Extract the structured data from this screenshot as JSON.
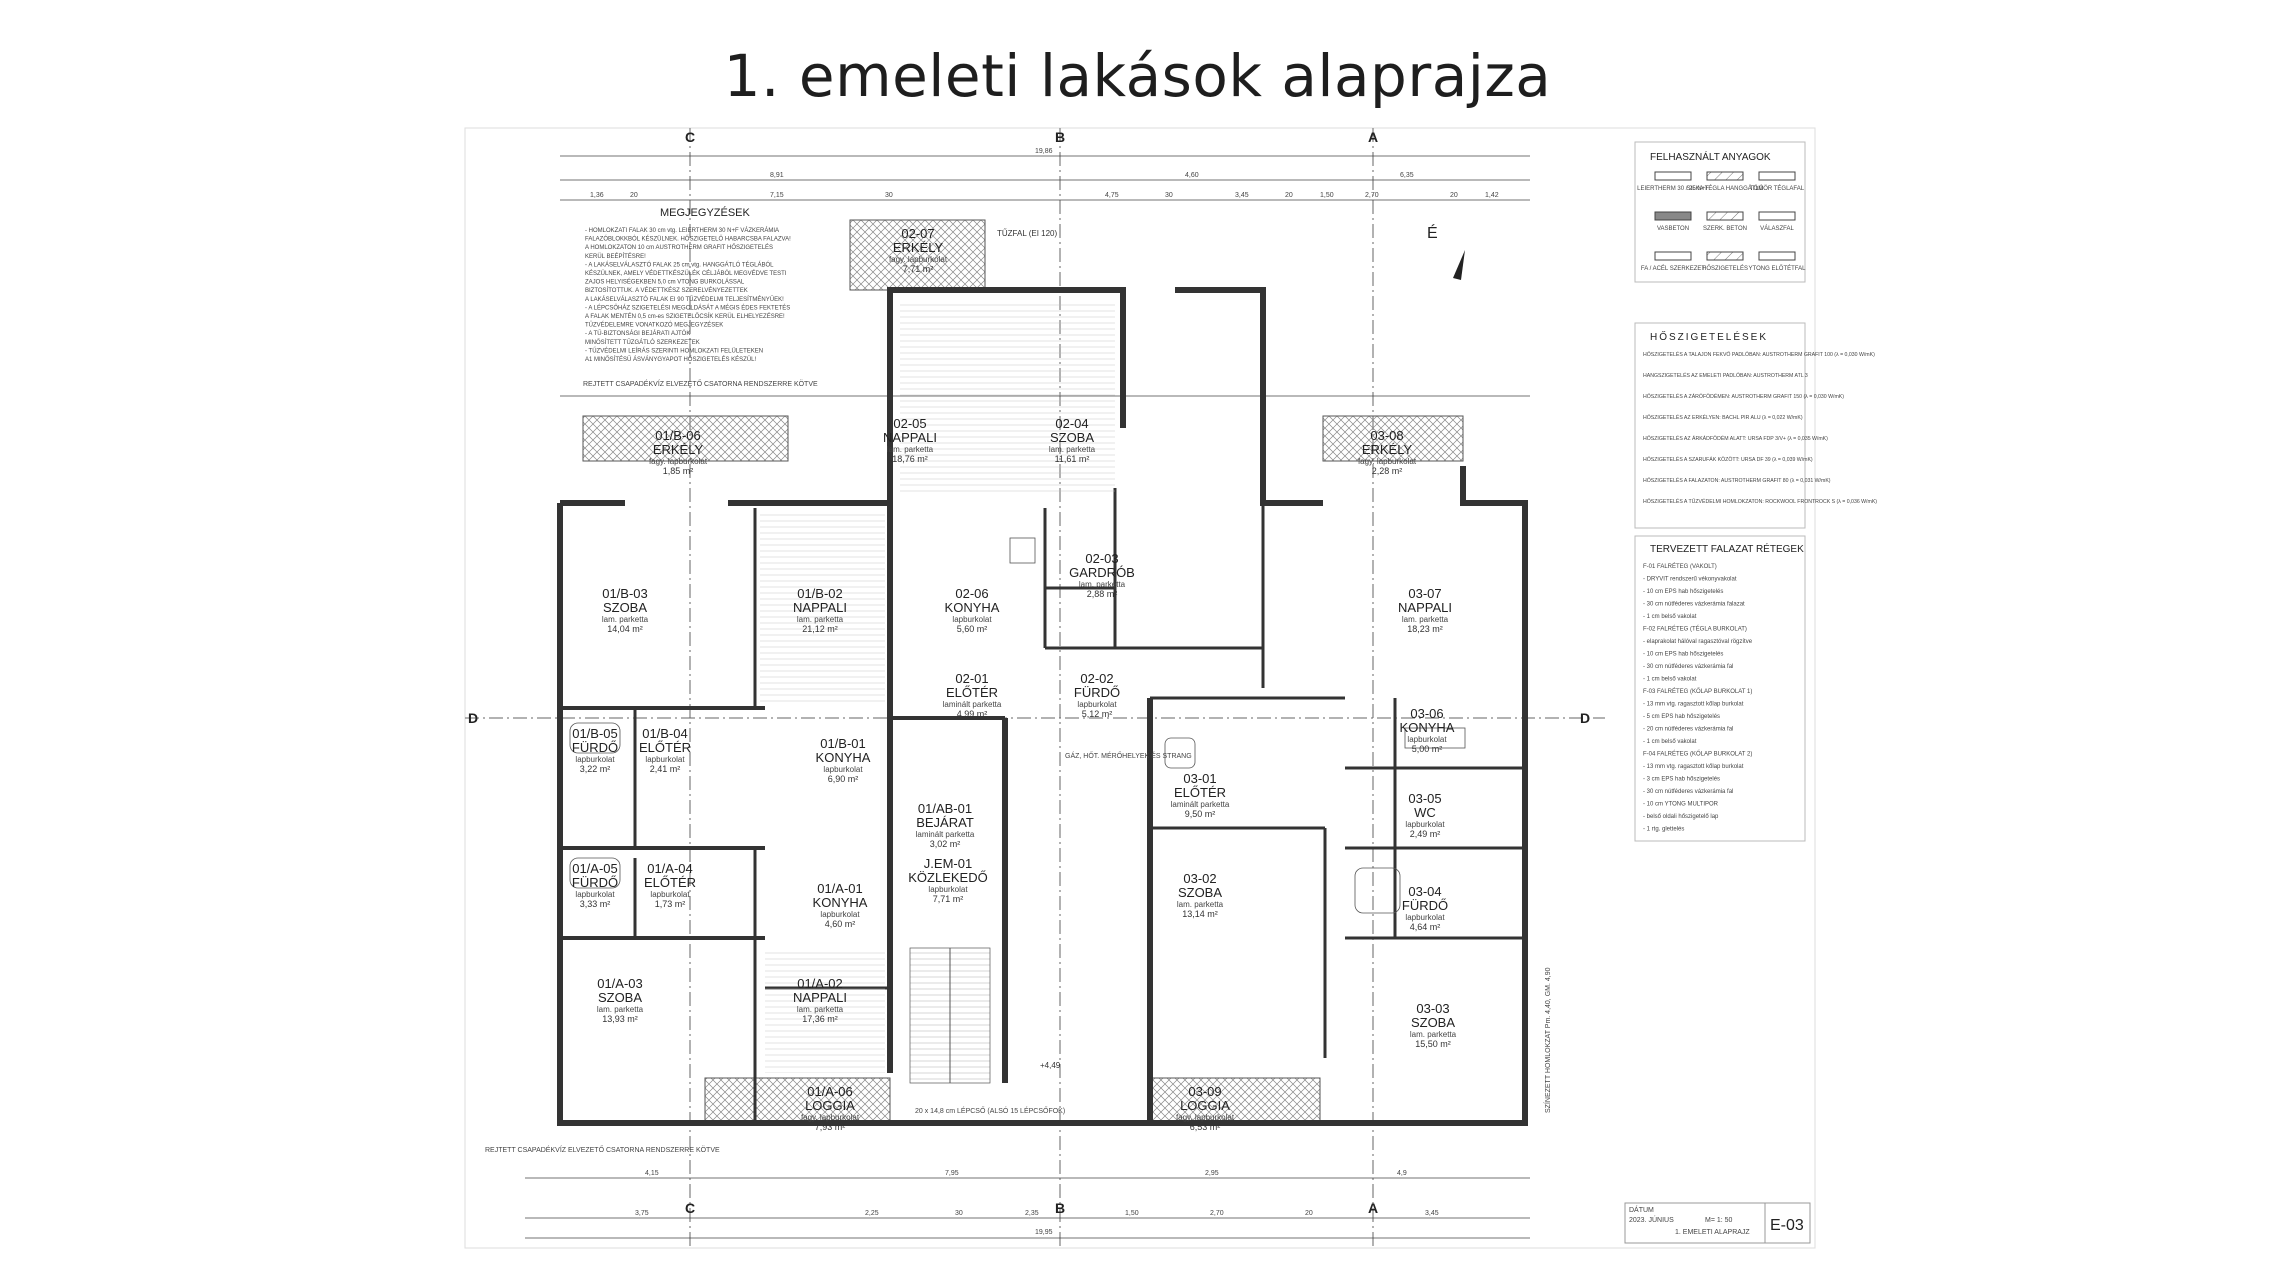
{
  "title": "1. emeleti lakások alaprajza",
  "axes": {
    "top": [
      "C",
      "B",
      "A"
    ],
    "bottom": [
      "C",
      "B",
      "A"
    ],
    "left": "D",
    "right": "D"
  },
  "rooms": [
    {
      "id": "01/B-03",
      "name": "SZOBA",
      "floor": "lam. parketta",
      "area": "14,04 m²"
    },
    {
      "id": "01/B-02",
      "name": "NAPPALI",
      "floor": "lam. parketta",
      "area": "21,12 m²"
    },
    {
      "id": "01/B-06",
      "name": "ERKÉLY",
      "floor": "fagy. lapburkolat",
      "area": "1,85 m²"
    },
    {
      "id": "01/B-05",
      "name": "FÜRDŐ",
      "floor": "lapburkolat",
      "area": "3,22 m²"
    },
    {
      "id": "01/B-04",
      "name": "ELŐTÉR",
      "floor": "lapburkolat",
      "area": "2,41 m²"
    },
    {
      "id": "01/B-01",
      "name": "KONYHA",
      "floor": "lapburkolat",
      "area": "6,90 m²"
    },
    {
      "id": "01/AB-01",
      "name": "BEJÁRAT",
      "floor": "laminált parketta",
      "area": "3,02 m²"
    },
    {
      "id": "01/A-05",
      "name": "FÜRDŐ",
      "floor": "lapburkolat",
      "area": "3,33 m²"
    },
    {
      "id": "01/A-04",
      "name": "ELŐTÉR",
      "floor": "lapburkolat",
      "area": "1,73 m²"
    },
    {
      "id": "01/A-01",
      "name": "KONYHA",
      "floor": "lapburkolat",
      "area": "4,60 m²"
    },
    {
      "id": "01/A-03",
      "name": "SZOBA",
      "floor": "lam. parketta",
      "area": "13,93 m²"
    },
    {
      "id": "01/A-02",
      "name": "NAPPALI",
      "floor": "lam. parketta",
      "area": "17,36 m²"
    },
    {
      "id": "01/A-06",
      "name": "LOGGIA",
      "floor": "fagy. lapburkolat",
      "area": "7,93 m²"
    },
    {
      "id": "02-07",
      "name": "ERKÉLY",
      "floor": "fagy. lapburkolat",
      "area": "7,71 m²"
    },
    {
      "id": "02-05",
      "name": "NAPPALI",
      "floor": "lam. parketta",
      "area": "18,76 m²"
    },
    {
      "id": "02-04",
      "name": "SZOBA",
      "floor": "lam. parketta",
      "area": "11,61 m²"
    },
    {
      "id": "02-06",
      "name": "KONYHA",
      "floor": "lapburkolat",
      "area": "5,60 m²"
    },
    {
      "id": "02-03",
      "name": "GARDRÓB",
      "floor": "lam. parketta",
      "area": "2,88 m²"
    },
    {
      "id": "02-01",
      "name": "ELŐTÉR",
      "floor": "laminált parketta",
      "area": "4,99 m²"
    },
    {
      "id": "02-02",
      "name": "FÜRDŐ",
      "floor": "lapburkolat",
      "area": "5,12 m²"
    },
    {
      "id": "J.EM-01",
      "name": "KÖZLEKEDŐ",
      "floor": "lapburkolat",
      "area": "7,71 m²"
    },
    {
      "id": "03-08",
      "name": "ERKÉLY",
      "floor": "fagy. lapburkolat",
      "area": "2,28 m²"
    },
    {
      "id": "03-07",
      "name": "NAPPALI",
      "floor": "lam. parketta",
      "area": "18,23 m²"
    },
    {
      "id": "03-06",
      "name": "KONYHA",
      "floor": "lapburkolat",
      "area": "5,00 m²"
    },
    {
      "id": "03-01",
      "name": "ELŐTÉR",
      "floor": "laminált parketta",
      "area": "9,50 m²"
    },
    {
      "id": "03-05",
      "name": "WC",
      "floor": "lapburkolat",
      "area": "2,49 m²"
    },
    {
      "id": "03-04",
      "name": "FÜRDŐ",
      "floor": "lapburkolat",
      "area": "4,64 m²"
    },
    {
      "id": "03-02",
      "name": "SZOBA",
      "floor": "lam. parketta",
      "area": "13,14 m²"
    },
    {
      "id": "03-03",
      "name": "SZOBA",
      "floor": "lam. parketta",
      "area": "15,50 m²"
    },
    {
      "id": "03-09",
      "name": "LOGGIA",
      "floor": "fagy. lapburkolat",
      "area": "6,53 m²"
    }
  ],
  "notes": {
    "heading": "MEGJEGYZÉSEK",
    "lines": [
      "- HOMLOKZATI FALAK 30 cm vtg. LEIERTHERM 30 N+F VÁZKERÁMIA",
      "FALAZÓBLOKKBÓL KÉSZÜLNEK. HŐSZIGETELŐ HABARCSBA FALAZVA!",
      "A HOMLOKZATON 10 cm AUSTROTHERM GRAFIT HŐSZIGETELÉS",
      "KERÜL BEÉPÍTÉSRE!",
      "- A LAKÁSELVÁLASZTÓ FALAK 25 cm vtg. HANGGÁTLÓ TÉGLÁBÓL",
      "KÉSZÜLNEK, AMELY VÉDETTKÉSZÜLÉK CÉLJÁBÓL MEGVÉDVE TESTI",
      "ZAJOS HELYISÉGEKBEN 5,0 cm VTONG BURKOLÁSSAL",
      "BIZTOSÍTOTTUK. A VÉDETTKÉSZ SZERELVÉNYEZETTEK",
      "A LAKÁSELVÁLASZTÓ FALAK EI 90 TŰZVÉDELMI TELJESÍTMÉNYŰEK!",
      "- A LÉPCSŐHÁZ SZIGETELÉSI MEGOLDÁSÁT A MÉGIS ÉDES FEKTETÉS",
      "A FALAK MENTÉN 0,5 cm-es SZIGETELŐCSÍK KERÜL ELHELYEZÉSRE!",
      "TŰZVÉDELEMRE VONATKOZÓ MEGJEGYZÉSEK",
      "- A TŰ-BIZTONSÁGI BEJÁRATI AJTÓK",
      "MINŐSÍTETT TŰZGÁTLÓ SZERKEZETEK",
      "- TŰZVÉDELMI LEÍRÁS SZERINTI HOMLOKZATI FELÜLETEKEN",
      "A1 MINŐSÍTÉSŰ ÁSVÁNYGYAPOT HŐSZIGETELÉS KÉSZÜL!"
    ]
  },
  "legend": {
    "materials_heading": "FELHASZNÁLT ANYAGOK",
    "materials": [
      "LEIERTHERM 30 / 25 N+F",
      "SILKA TÉGLA HANGGÁTLÓ",
      "TÖMÖR TÉGLAFAL",
      "VASBETON",
      "SZERK. BETON",
      "VÁLASZFAL",
      "FA / ACÉL SZERKEZET",
      "HŐSZIGETELÉS",
      "YTONG ELŐTÉTFAL"
    ],
    "insulation_heading": "HŐSZIGETELÉSEK",
    "insulation": [
      "HŐSZIGETELÉS A TALAJON FEKVŐ PADLÓBAN: AUSTROTHERM GRAFIT 100 (λ = 0,030 W/mK)",
      "HANGSZIGETELÉS AZ EMELETI PADLÓBAN: AUSTROTHERM ATL 3",
      "HŐSZIGETELÉS A ZÁRÓFÖDÉMEN: AUSTROTHERM GRAFIT 150 (λ = 0,030 W/mK)",
      "HŐSZIGETELÉS AZ ERKÉLYEN: BACHL PIR ALU (λ = 0,022 W/mK)",
      "HŐSZIGETELÉS AZ ÁRKÁDFÖDÉM ALATT: URSA FDP 3/V+ (λ = 0,035 W/mK)",
      "HŐSZIGETELÉS A SZARUFÁK KÖZÖTT: URSA DF 39 (λ = 0,039 W/mK)",
      "HŐSZIGETELÉS A FALAZATON: AUSTROTHERM GRAFIT 80 (λ = 0,031 W/mK)",
      "HŐSZIGETELÉS A TŰZVÉDELMI HOMLOKZATON: ROCKWOOL FRONTROCK S (λ = 0,036 W/mK)"
    ],
    "walls_heading": "TERVEZETT FALAZAT RÉTEGEK",
    "walls": [
      "F-01 FALRÉTEG (VAKOLT)",
      "- DRYVIT rendszerű vékonyvakolat",
      "- 10 cm EPS hab hőszigetelés",
      "- 30 cm nútféderes vázkerámia falazat",
      "- 1 cm belső vakolat",
      "F-02 FALRÉTEG (TÉGLA BURKOLAT)",
      "- elaprakolat hálóval ragasztóval rögzítve",
      "- 10 cm EPS hab hőszigetelés",
      "- 30 cm nútféderes vázkerámia fal",
      "- 1 cm belső vakolat",
      "F-03 FALRÉTEG (KŐLAP BURKOLAT 1)",
      "- 13 mm vtg. ragasztott kőlap burkolat",
      "- 5 cm EPS hab hőszigetelés",
      "- 20 cm nútféderes vázkerámia fal",
      "- 1 cm belső vakolat",
      "F-04 FALRÉTEG (KŐLAP BURKOLAT 2)",
      "- 13 mm vtg. ragasztott kőlap burkolat",
      "- 3 cm EPS hab hőszigetelés",
      "- 30 cm nútféderes vázkerámia fal",
      "- 10 cm YTONG MULTIPOR",
      "- belső oldali hőszigetelő lap",
      "- 1 rtg. glettelés"
    ]
  },
  "titleblock": {
    "date_label": "DÁTUM",
    "date": "2023. JÚNIUS",
    "sheet_title": "1. EMELETI ALAPRAJZ",
    "sheet_no": "E-03",
    "scale": "M= 1: 50"
  },
  "dimensions": {
    "top_overall": "19,86",
    "top_row1": [
      "8,91",
      "4,60",
      "6,35"
    ],
    "top_row2": [
      "1,36",
      "20",
      "7,15",
      "30",
      "4,75",
      "30",
      "3,45",
      "20",
      "1,50",
      "2,70",
      "20",
      "1,42"
    ],
    "bottom_overall": "19,95",
    "bottom_row1": [
      "4,15",
      "7,95",
      "2,95",
      "4,9"
    ],
    "bottom_row2": [
      "3,75",
      "2,25",
      "30",
      "2,35",
      "1,50",
      "2,70",
      "20",
      "3,45"
    ]
  },
  "misc": {
    "north": "É",
    "height_mark": "+4,49",
    "fire_label": "TŰZFAL (EI 120)",
    "gutter_note": "REJTETT CSAPADÉKVÍZ ELVEZETŐ CSATORNA RENDSZERRE KÖTVE",
    "stair_note": "20 x 14,8 cm LÉPCSŐ (ALSÓ 15 LÉPCSŐFOK)",
    "meter_note": "GÁZ, HŐT. MÉRŐHELYEK ÉS STRANG",
    "right_note": "SZÍNEZETT HOMLOKZAT Pm. 4,40, GM. 4,90"
  }
}
